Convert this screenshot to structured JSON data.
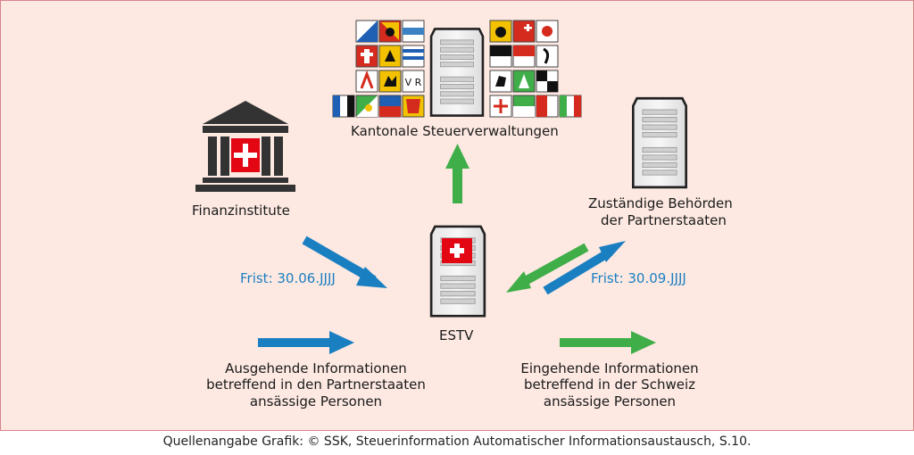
{
  "labels": {
    "kantonal": "Kantonale Steuerverwaltungen",
    "finanz": "Finanzinstitute",
    "partner_line1": "Zuständige Behörden",
    "partner_line2": "der Partnerstaaten",
    "estv": "ESTV",
    "frist_left": "Frist: 30.06.JJJJ",
    "frist_right": "Frist: 30.09.JJJJ",
    "ausgehend_line1": "Ausgehende Informationen",
    "ausgehend_line2": "betreffend in den Partnerstaaten",
    "ausgehend_line3": "ansässige Personen",
    "eingehend_line1": "Eingehende Informationen",
    "eingehend_line2": "betreffend in der Schweiz",
    "eingehend_line3": "ansässige Personen"
  },
  "footer": "Quellenangabe Grafik: © SSK, Steuerinformation Automatischer Informationsaustausch, S.10.",
  "colors": {
    "background": "#fde9e2",
    "border": "#d8848a",
    "blue_arrow": "#1a7fc1",
    "green_arrow": "#3fae49",
    "swiss_red": "#e30613",
    "building": "#333333"
  },
  "icons": [
    "bank-building-icon",
    "server-icon",
    "canton-flag-icon"
  ],
  "canton_flags": 26
}
